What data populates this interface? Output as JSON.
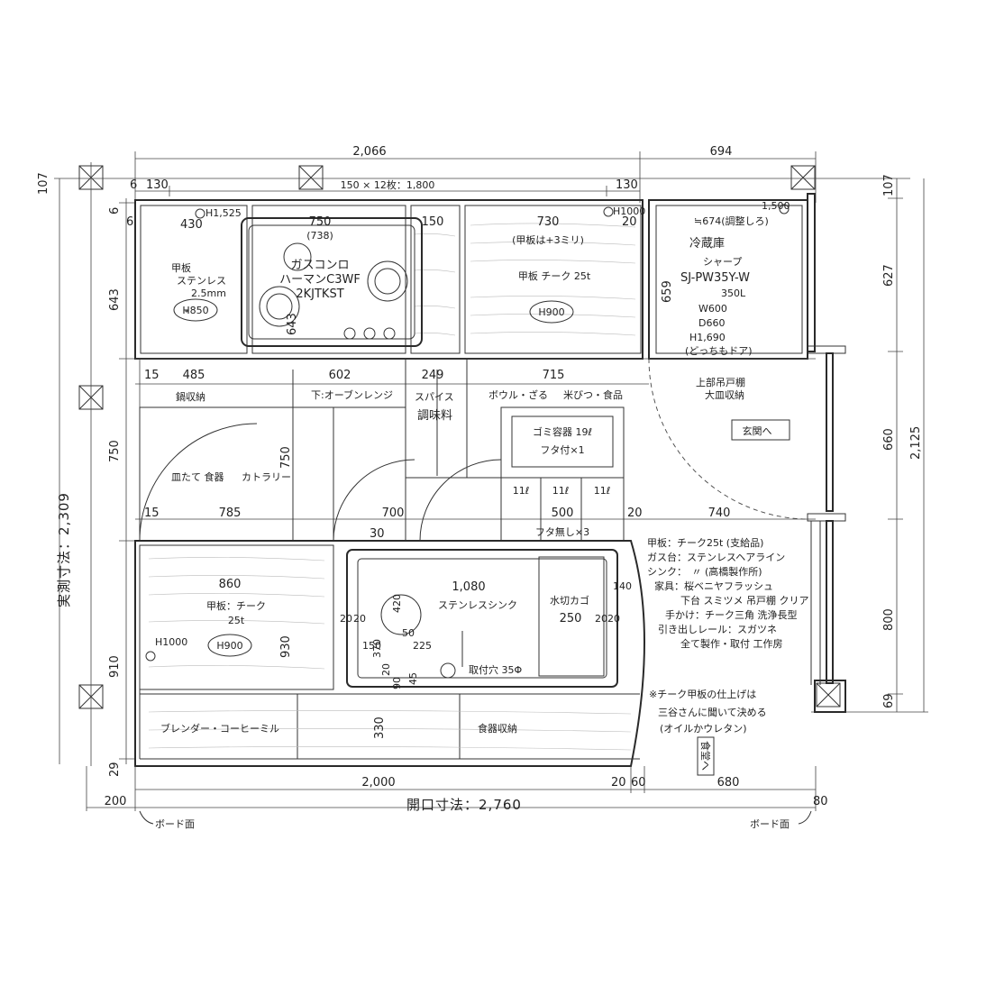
{
  "top_dims": {
    "total_left": "2,066",
    "total_right": "694",
    "edge_left": "6",
    "offset_left": "130",
    "board_span": "150 × 12枚：1,800",
    "offset_right": "130"
  },
  "left_dims": {
    "d107": "107",
    "d6": "6",
    "d643": "643",
    "d750": "750",
    "d910": "910",
    "d29": "29",
    "measured_label": "実測寸法：2,309"
  },
  "right_dims": {
    "d107": "107",
    "d627": "627",
    "d660": "660",
    "total": "2,125",
    "d800": "800",
    "d69": "69"
  },
  "bottom_dims": {
    "d200": "200",
    "d2000": "2,000",
    "d20": "20",
    "d60": "60",
    "d680": "680",
    "d80": "80",
    "opening_label": "開口寸法：2,760",
    "board_face_left": "ボード面",
    "board_face_right": "ボード面"
  },
  "upper_counter": {
    "h1525": "H1,525",
    "d6b": "6",
    "d430": "430",
    "top_left_1": "甲板",
    "top_left_2": "ステンレス",
    "top_left_3": "2.5mm",
    "h850": "H850",
    "d750": "750",
    "d738": "(738)",
    "stove_1": "ガスコンロ",
    "stove_2": "ハーマンC3WF",
    "stove_3": "2KJTKST",
    "d643": "643",
    "d150": "150",
    "d730": "730",
    "top_note": "(甲板は+3ミリ)",
    "h1000": "H1000",
    "top_right": "甲板 チーク 25t",
    "h900": "H900",
    "d20": "20"
  },
  "fridge": {
    "h1500": "1,500",
    "width_note": "≒674(調整しろ)",
    "d659": "659",
    "title": "冷蔵庫",
    "brand": "シャープ",
    "model": "SJ-PW35Y-W",
    "cap": "350L",
    "w": "W600",
    "dd": "D660",
    "h": "H1,690",
    "door": "(どっちもドア)",
    "above_1": "上部吊戸棚",
    "above_2": "大皿収納"
  },
  "middle": {
    "d15": "15",
    "d485": "485",
    "d602": "602",
    "d249": "249",
    "d715": "715",
    "pot_storage": "鍋収納",
    "oven": "下:オーブンレンジ",
    "spice_1": "スパイス",
    "spice_2": "調味料",
    "bowl": "ボウル・ざる",
    "rice": "米びつ・食品",
    "dish": "皿たて 食器",
    "cutlery": "カトラリー",
    "trash_1": "ゴミ容器 19ℓ",
    "trash_2": "フタ付×1",
    "l11a": "11ℓ",
    "l11b": "11ℓ",
    "l11c": "11ℓ",
    "trash_3": "フタ無し×3",
    "entry": "玄関へ",
    "d750v": "750",
    "d750l": "750",
    "d15b": "15",
    "d785": "785",
    "d700": "700",
    "d500": "500",
    "d20b": "20",
    "d740": "740"
  },
  "lower_counter": {
    "d30": "30",
    "d860": "860",
    "top_1": "甲板：チーク",
    "top_2": "25t",
    "h1000": "H1000",
    "h900": "H900",
    "d930": "930",
    "d20a": "20",
    "d20b": "20",
    "d1080": "1,080",
    "sink": "ステンレスシンク",
    "basket": "水切カゴ",
    "d250": "250",
    "d140": "140",
    "d20c": "20",
    "d20d": "20",
    "d420": "420",
    "d370": "370",
    "d150": "150",
    "d50": "50",
    "d225": "225",
    "d20e": "20",
    "d90": "90",
    "d45": "45",
    "faucet": "取付穴 35Φ",
    "blender": "ブレンダー・コーヒーミル",
    "d330": "330",
    "tableware": "食器収納",
    "dining": "食堂へ"
  },
  "notes": {
    "n1": "甲板：チーク25t (支給品)",
    "n2": "ガス台：ステンレスヘアライン",
    "n3": "シンク：　〃 (高橋製作所)",
    "n4": "家具：桜ベニヤフラッシュ",
    "n5": "下台 スミツメ 吊戸棚 クリア",
    "n6": "手かけ：チーク三角 洗浄長型",
    "n7": "引き出しレール：スガツネ",
    "n8": "全て製作・取付 工作房",
    "n9": "※チーク甲板の仕上げは",
    "n10": "三谷さんに聞いて決める",
    "n11": "(オイルかウレタン)"
  }
}
